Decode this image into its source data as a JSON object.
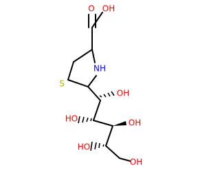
{
  "colors": {
    "bond": "#000000",
    "oxygen": "#ff0000",
    "nitrogen": "#0000ff",
    "sulfur": "#b2b200"
  },
  "labels": {
    "carboxyl_oh": "OH",
    "carbonyl_o": "O",
    "ring_nh": "NH",
    "ring_s": "S",
    "oh_c1": "OH",
    "oh_c2": "HO",
    "oh_c3": "OH",
    "oh_c4": "HO",
    "oh_c6": "OH"
  }
}
